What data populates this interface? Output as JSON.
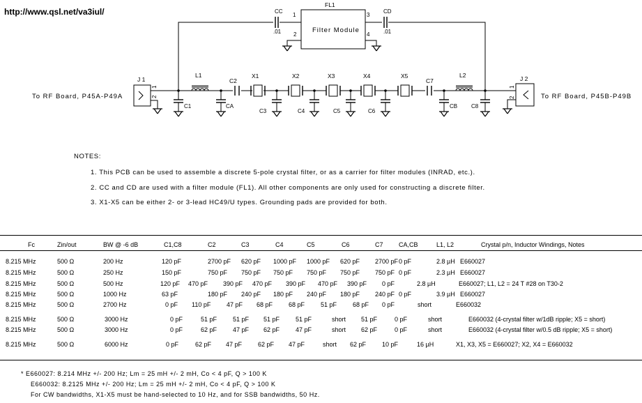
{
  "url": "http://www.qsl.net/va3iul/",
  "schematic": {
    "fl1_label": "FL1",
    "filter_module_label": "Filter   Module",
    "cc_label": "CC",
    "cd_label": "CD",
    "cc_value": ".01",
    "cd_value": ".01",
    "fl1_pins": [
      "1",
      "2",
      "3",
      "4"
    ],
    "j1_label": "J 1",
    "j2_label": "J 2",
    "j1_pins": [
      "1",
      "2"
    ],
    "j2_pins": [
      "1",
      "2"
    ],
    "left_text": "To  RF  Board,  P45A-P49A",
    "right_text": "To  RF  Board,  P45B-P49B",
    "labels": {
      "L1": "L1",
      "L2": "L2",
      "C1": "C1",
      "CA": "CA",
      "C2": "C2",
      "X1": "X1",
      "X2": "X2",
      "X3": "X3",
      "X4": "X4",
      "X5": "X5",
      "C3": "C3",
      "C4": "C4",
      "C5": "C5",
      "C6": "C6",
      "C7": "C7",
      "CB": "CB",
      "C8": "C8"
    }
  },
  "notes": {
    "title": "NOTES:",
    "items": [
      "1.  This  PCB  can  be  used  to  assemble  a  discrete  5-pole  crystal  filter,  or  as  a  carrier  for  filter  modules  (INRAD,  etc.).",
      "2.  CC  and  CD  are  used  with  a  filter  module  (FL1).  All  other  components  are  only  used  for  constructing  a  discrete  filter.",
      "3.  X1-X5  can  be  either  2-  or  3-lead  HC49/U  types.  Grounding  pads  are  provided  for  both."
    ]
  },
  "table": {
    "headers": [
      "Fc",
      "Zin/out",
      "BW @ -6 dB",
      "C1,C8",
      "C2",
      "C3",
      "C4",
      "C5",
      "C6",
      "C7",
      "CA,CB",
      "L1, L2",
      "Crystal p/n, Inductor Windings, Notes"
    ],
    "rows": [
      [
        "8.215 MHz",
        "500 Ω",
        "200 Hz",
        "120 pF",
        "2700 pF",
        "620 pF",
        "1000 pF",
        "1000 pF",
        "620 pF",
        "2700 pF",
        "0 pF",
        "2.8 µH",
        "E660027"
      ],
      [
        "8.215 MHz",
        "500 Ω",
        "250 Hz",
        "150 pF",
        "750 pF",
        "750 pF",
        "750 pF",
        "750 pF",
        "750 pF",
        "750 pF",
        "0 pF",
        "2.3 µH",
        "E660027"
      ],
      [
        "8.215 MHz",
        "500 Ω",
        "500 Hz",
        "120 pF",
        "470 pF",
        "390 pF",
        "470 pF",
        "390 pF",
        "470 pF",
        "390 pF",
        "0 pF",
        "2.8 µH",
        "E660027; L1, L2 = 24 T #28 on T30-2"
      ],
      [
        "8.215 MHz",
        "500 Ω",
        "1000 Hz",
        "63 pF",
        "180 pF",
        "240 pF",
        "180 pF",
        "240 pF",
        "180 pF",
        "240 pF",
        "0 pF",
        "3.9 µH",
        "E660027"
      ],
      [
        "8.215 MHz",
        "500 Ω",
        "2700 Hz",
        "0 pF",
        "110 pF",
        "47 pF",
        "68 pF",
        "68 pF",
        "51 pF",
        "68 pF",
        "0 pF",
        "short",
        "E660032"
      ],
      [
        "8.215 MHz",
        "500 Ω",
        "3000 Hz",
        "0 pF",
        "51 pF",
        "51 pF",
        "51 pF",
        "51 pF",
        "short",
        "51 pF",
        "0 pF",
        "short",
        "E660032 (4-crystal filter w/1dB ripple; X5 = short)"
      ],
      [
        "8.215 MHz",
        "500 Ω",
        "3000 Hz",
        "0 pF",
        "62 pF",
        "47 pF",
        "62 pF",
        "47 pF",
        "short",
        "62 pF",
        "0 pF",
        "short",
        "E660032 (4-crystal filter w/0.5 dB ripple; X5 = short)"
      ],
      [
        "8.215 MHz",
        "500 Ω",
        "6000 Hz",
        "0 pF",
        "62 pF",
        "47 pF",
        "62 pF",
        "47 pF",
        "short",
        "62 pF",
        "10 pF",
        "16 µH",
        "X1, X3, X5 = E660027; X2, X4 = E660032"
      ]
    ]
  },
  "footnotes": [
    "*  E660027:  8.214 MHz +/- 200 Hz; Lm = 25 mH +/- 2 mH, Co < 4 pF, Q > 100 K",
    "E660032:  8.2125 MHz +/- 200 Hz; Lm = 25 mH +/- 2 mH, Co < 4 pF, Q > 100 K",
    "For  CW  bandwidths,  X1-X5  must  be  hand-selected  to  10  Hz,  and  for  SSB  bandwidths,  50  Hz."
  ]
}
